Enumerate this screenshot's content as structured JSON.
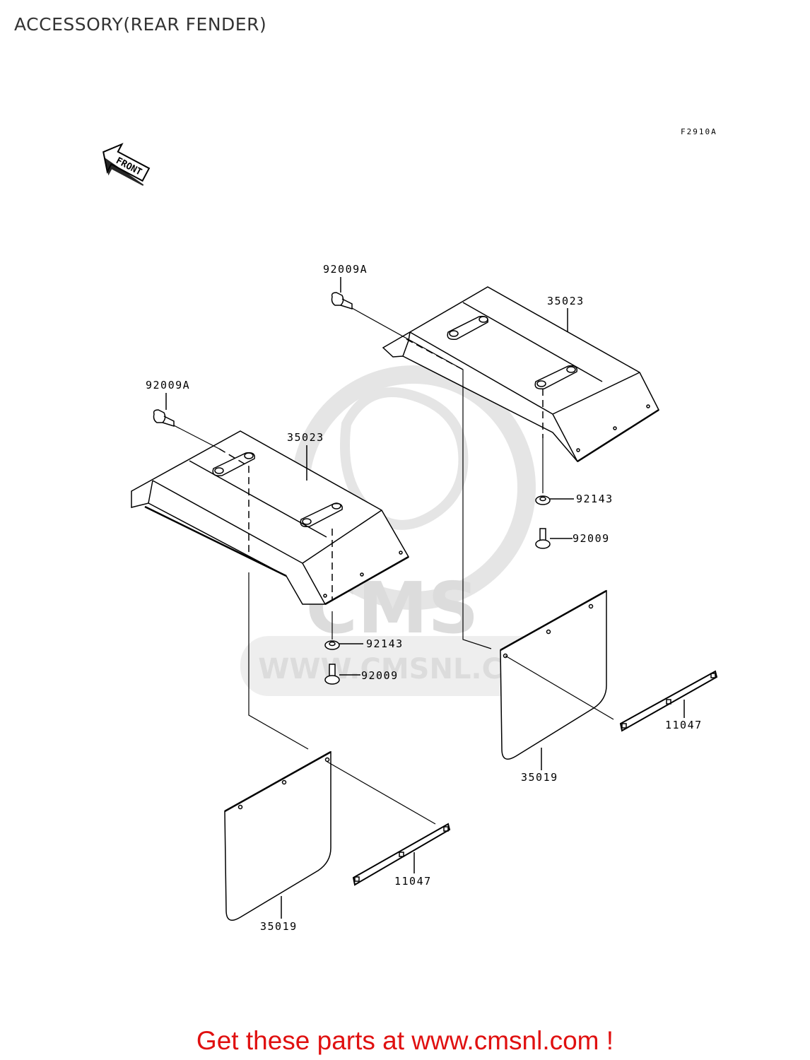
{
  "title": "ACCESSORY(REAR FENDER)",
  "diagram_code": "F2910A",
  "front_label": "FRONT",
  "watermark": {
    "brand": "CMS",
    "url": "WWW.CMSNL.COM"
  },
  "parts": {
    "bolt_a_upper": "92009A",
    "bolt_a_lower": "92009A",
    "fender_upper": "35023",
    "fender_lower": "35023",
    "washer_upper": "92143",
    "washer_lower": "92143",
    "bolt_upper": "92009",
    "bolt_lower": "92009",
    "flap_upper": "35019",
    "flap_lower": "35019",
    "plate_upper": "11047",
    "plate_lower": "11047"
  },
  "footer": "Get these parts at www.cmsnl.com !"
}
